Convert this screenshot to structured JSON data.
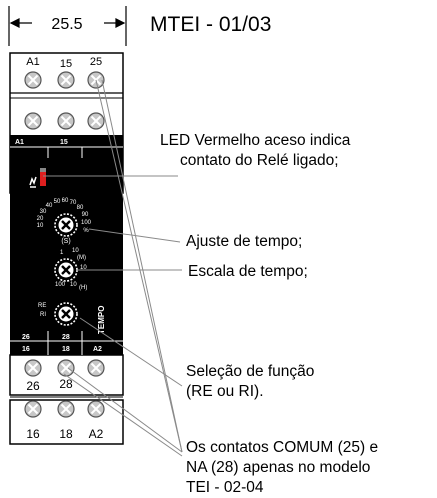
{
  "dimension": {
    "value": "25.5"
  },
  "title": "MTEI - 01/03",
  "terminals": {
    "top_labels": [
      "A1",
      "15",
      "25"
    ],
    "row2_labels": [
      "26",
      "28"
    ],
    "bottom_labels": [
      "16",
      "18",
      "A2"
    ]
  },
  "front_panel": {
    "strip_top": [
      "A1",
      "15"
    ],
    "strip_bottom_top": [
      "26",
      "28"
    ],
    "strip_bottom_bottom": [
      "16",
      "18",
      "A2"
    ],
    "dial_time_scale": [
      "40",
      "50",
      "60",
      "70",
      "80",
      "90",
      "100",
      "30",
      "20",
      "10",
      "%"
    ],
    "unit_seconds": "(S)",
    "scale_dial": [
      "1",
      "10",
      "(M)",
      "10",
      "100",
      "10",
      "(H)"
    ],
    "function_dial": [
      "RE",
      "RI"
    ],
    "brand": "TEMPO"
  },
  "callouts": {
    "led": [
      "LED Vermelho aceso indica",
      "contato do Relé ligado;"
    ],
    "ajuste": "Ajuste de tempo;",
    "escala": "Escala de tempo;",
    "selecao": [
      "Seleção de função",
      "(RE ou RI)."
    ],
    "contatos": [
      "Os contatos COMUM (25) e",
      "NA (28) apenas no modelo",
      "TEI - 02-04"
    ]
  },
  "colors": {
    "led": "#dd1f1f",
    "panel": "#000000",
    "terminal": "#c7c7c7"
  }
}
